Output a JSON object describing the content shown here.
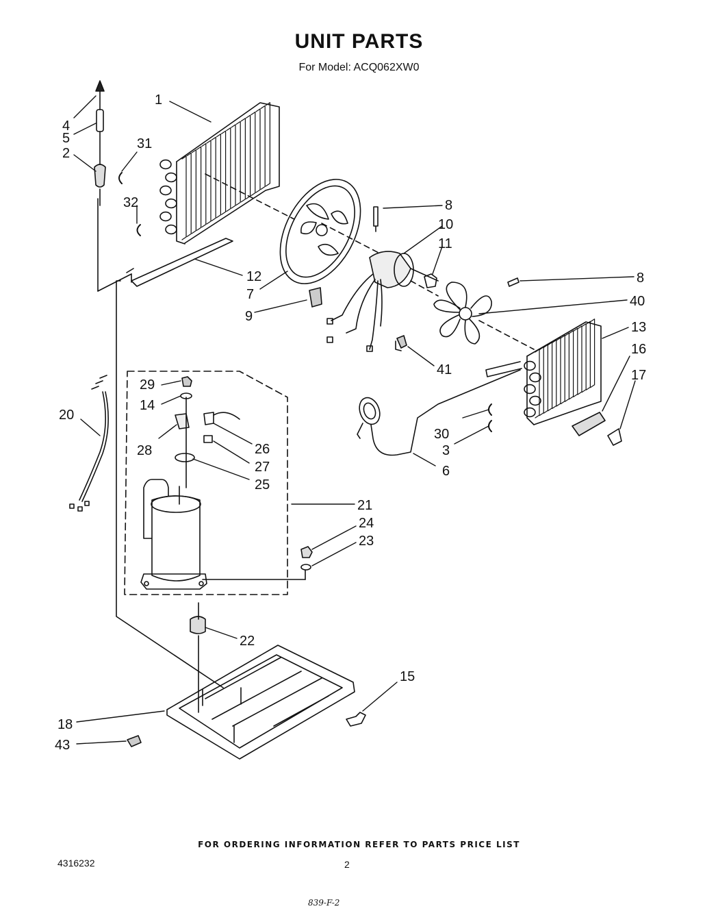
{
  "header": {
    "title": "UNIT PARTS",
    "subtitle": "For Model: ACQ062XW0"
  },
  "footer": {
    "note": "FOR ORDERING INFORMATION REFER TO PARTS PRICE LIST",
    "doc_number": "4316232",
    "page_number": "2",
    "handwritten_mark": "839-F-2"
  },
  "callouts": [
    {
      "id": "c1",
      "label": "1"
    },
    {
      "id": "c4",
      "label": "4"
    },
    {
      "id": "c5",
      "label": "5"
    },
    {
      "id": "c2",
      "label": "2"
    },
    {
      "id": "c31",
      "label": "31"
    },
    {
      "id": "c32",
      "label": "32"
    },
    {
      "id": "c8a",
      "label": "8"
    },
    {
      "id": "c10",
      "label": "10"
    },
    {
      "id": "c11",
      "label": "11"
    },
    {
      "id": "c8b",
      "label": "8"
    },
    {
      "id": "c40",
      "label": "40"
    },
    {
      "id": "c12",
      "label": "12"
    },
    {
      "id": "c7",
      "label": "7"
    },
    {
      "id": "c9",
      "label": "9"
    },
    {
      "id": "c13",
      "label": "13"
    },
    {
      "id": "c16",
      "label": "16"
    },
    {
      "id": "c17",
      "label": "17"
    },
    {
      "id": "c41",
      "label": "41"
    },
    {
      "id": "c29",
      "label": "29"
    },
    {
      "id": "c14",
      "label": "14"
    },
    {
      "id": "c20",
      "label": "20"
    },
    {
      "id": "c28",
      "label": "28"
    },
    {
      "id": "c26",
      "label": "26"
    },
    {
      "id": "c27",
      "label": "27"
    },
    {
      "id": "c25",
      "label": "25"
    },
    {
      "id": "c30",
      "label": "30"
    },
    {
      "id": "c3",
      "label": "3"
    },
    {
      "id": "c6",
      "label": "6"
    },
    {
      "id": "c21",
      "label": "21"
    },
    {
      "id": "c24",
      "label": "24"
    },
    {
      "id": "c23",
      "label": "23"
    },
    {
      "id": "c22",
      "label": "22"
    },
    {
      "id": "c15",
      "label": "15"
    },
    {
      "id": "c18",
      "label": "18"
    },
    {
      "id": "c43",
      "label": "43"
    }
  ]
}
